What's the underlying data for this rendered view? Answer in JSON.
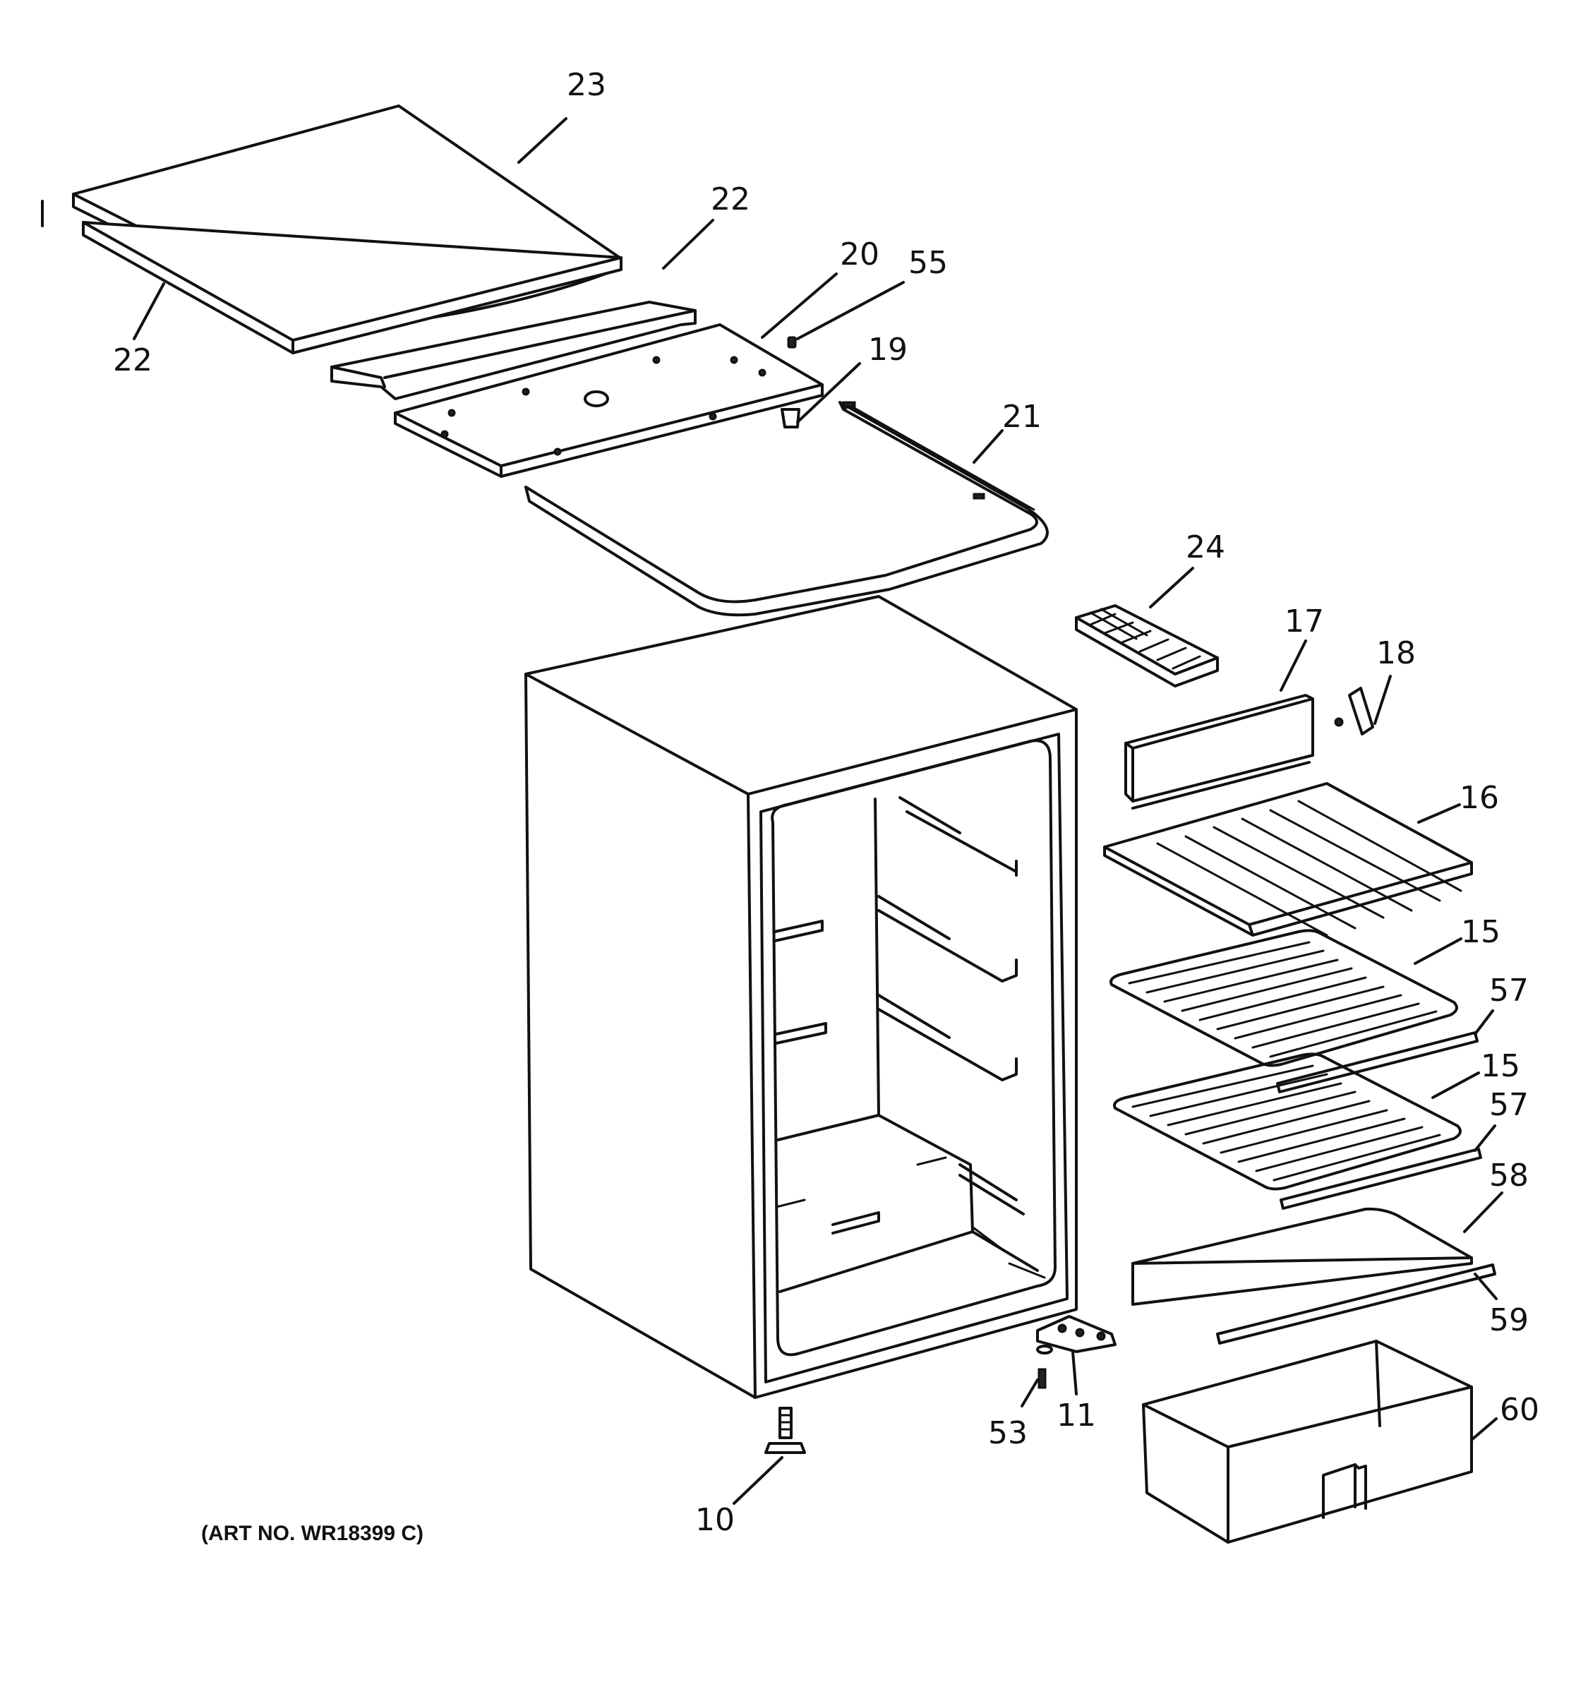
{
  "art_number": "(ART NO. WR18399 C)",
  "callouts": [
    {
      "id": "top-cover",
      "label": "23"
    },
    {
      "id": "top-plate-left",
      "label": "22"
    },
    {
      "id": "top-plate-right",
      "label": "22"
    },
    {
      "id": "top-bracket",
      "label": "20"
    },
    {
      "id": "screw-top",
      "label": "55"
    },
    {
      "id": "plug",
      "label": "19"
    },
    {
      "id": "door-gasket-trim",
      "label": "21"
    },
    {
      "id": "ice-tray",
      "label": "24"
    },
    {
      "id": "drip-tray",
      "label": "17"
    },
    {
      "id": "clip",
      "label": "18"
    },
    {
      "id": "freezer-shelf",
      "label": "16"
    },
    {
      "id": "wire-shelf-upper",
      "label": "15"
    },
    {
      "id": "shelf-trim-upper",
      "label": "57"
    },
    {
      "id": "wire-shelf-lower",
      "label": "15"
    },
    {
      "id": "shelf-trim-lower",
      "label": "57"
    },
    {
      "id": "crisper-cover",
      "label": "58"
    },
    {
      "id": "cover-trim",
      "label": "59"
    },
    {
      "id": "crisper-drawer",
      "label": "60"
    },
    {
      "id": "hinge-bottom",
      "label": "11"
    },
    {
      "id": "screw-hinge",
      "label": "53"
    },
    {
      "id": "leveling-leg",
      "label": "10"
    }
  ]
}
